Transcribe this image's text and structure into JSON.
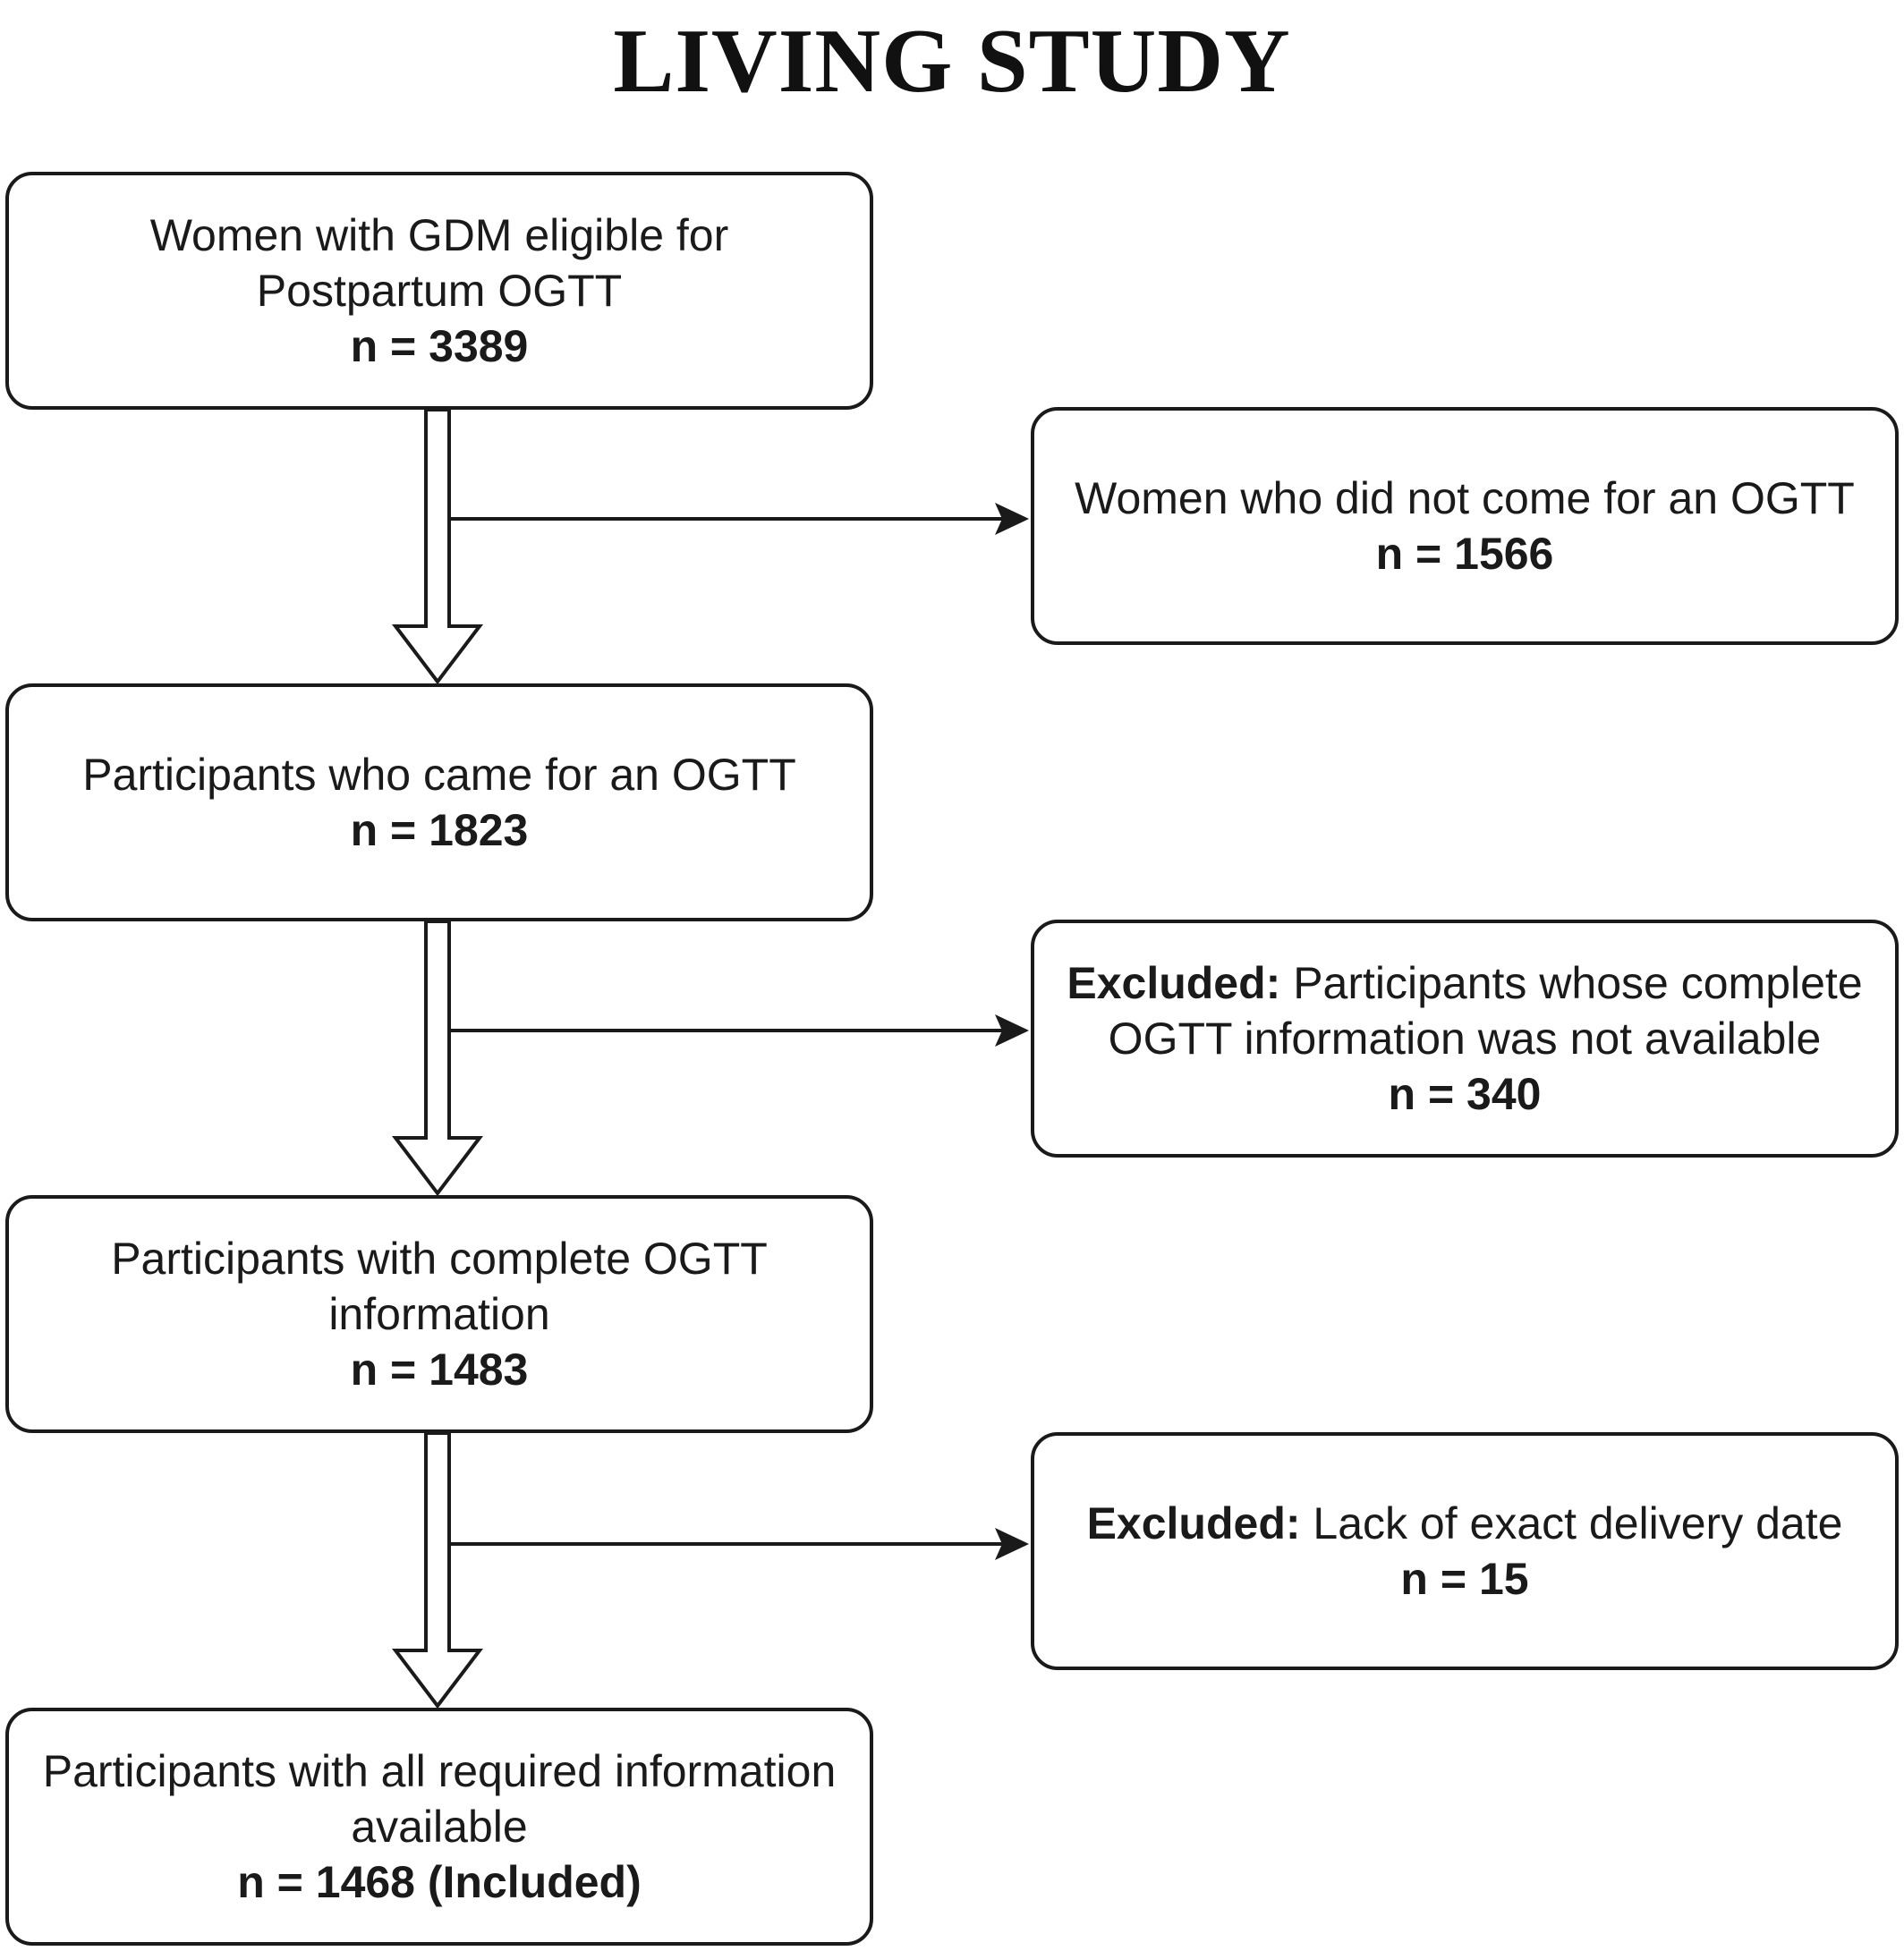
{
  "title": "LIVING STUDY",
  "main_boxes": [
    {
      "label": "Women with GDM eligible for Postpartum OGTT",
      "count": "n = 3389"
    },
    {
      "label": "Participants who came for an OGTT",
      "count": "n = 1823"
    },
    {
      "label": "Participants with complete OGTT information",
      "count": "n = 1483"
    },
    {
      "label": "Participants with all required information available",
      "count": "n = 1468 (Included)"
    }
  ],
  "side_boxes": [
    {
      "prefix": "",
      "label": "Women who did not come for an OGTT",
      "count": "n = 1566"
    },
    {
      "prefix": "Excluded:",
      "label": " Participants whose complete OGTT information was not available",
      "count": "n = 340"
    },
    {
      "prefix": "Excluded:",
      "label": " Lack of exact delivery date",
      "count": "n = 15"
    }
  ]
}
